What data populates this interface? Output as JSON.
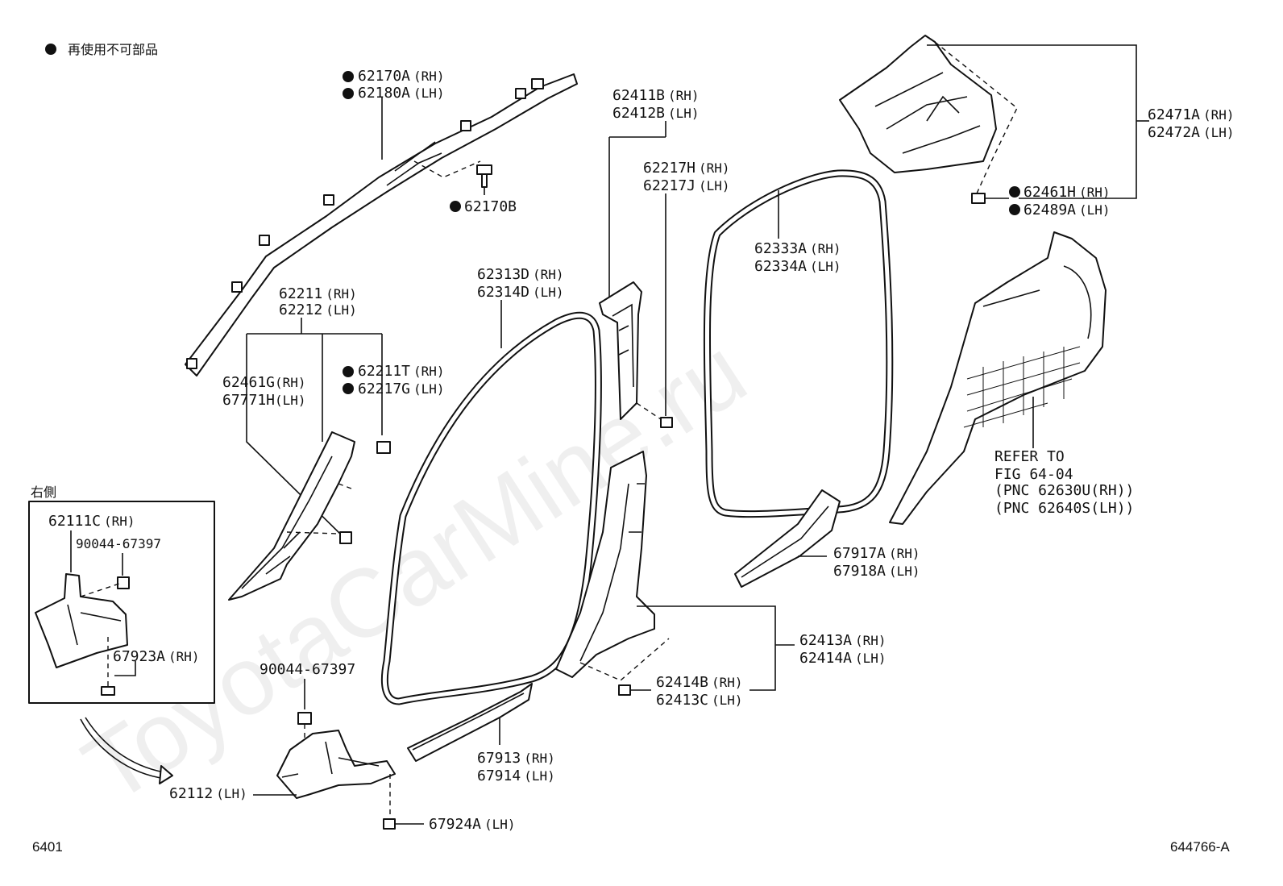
{
  "legend": {
    "text": "再使用不可部品"
  },
  "inset_title": "右側",
  "watermark": "ToyotaCarMine.ru",
  "footer": {
    "left": "6401",
    "right": "644766-A"
  },
  "refer": {
    "l1": "REFER TO",
    "l2": "FIG 64-04",
    "l3": "(PNC 62630U(RH))",
    "l4": "(PNC 62640S(LH))"
  },
  "labels": {
    "p62170A": "62170A",
    "p62170A_s": "(RH)",
    "p62180A": "62180A",
    "p62180A_s": "(LH)",
    "p62170B": "62170B",
    "p62411B": "62411B",
    "p62411B_s": "(RH)",
    "p62412B": "62412B",
    "p62412B_s": "(LH)",
    "p62217H": "62217H",
    "p62217H_s": "(RH)",
    "p62217J": "62217J",
    "p62217J_s": "(LH)",
    "p62471A": "62471A",
    "p62471A_s": "(RH)",
    "p62472A": "62472A",
    "p62472A_s": "(LH)",
    "p62461H": "62461H",
    "p62461H_s": "(RH)",
    "p62489A": "62489A",
    "p62489A_s": "(LH)",
    "p62333A": "62333A",
    "p62333A_s": "(RH)",
    "p62334A": "62334A",
    "p62334A_s": "(LH)",
    "p62313D": "62313D",
    "p62313D_s": "(RH)",
    "p62314D": "62314D",
    "p62314D_s": "(LH)",
    "p62211": "62211",
    "p62211_s": "(RH)",
    "p62212": "62212",
    "p62212_s": "(LH)",
    "p62461G": "62461G",
    "p62461G_s": "(RH)",
    "p67771H": "67771H",
    "p67771H_s": "(LH)",
    "p62211T": "62211T",
    "p62211T_s": "(RH)",
    "p62217G": "62217G",
    "p62217G_s": "(LH)",
    "p62111C": "62111C",
    "p62111C_s": "(RH)",
    "p90044a": "90044-67397",
    "p67923A": "67923A",
    "p67923A_s": "(RH)",
    "p90044b": "90044-67397",
    "p62112": "62112",
    "p62112_s": "(LH)",
    "p67924A": "67924A",
    "p67924A_s": "(LH)",
    "p67913": "67913",
    "p67913_s": "(RH)",
    "p67914": "67914",
    "p67914_s": "(LH)",
    "p67917A": "67917A",
    "p67917A_s": "(RH)",
    "p67918A": "67918A",
    "p67918A_s": "(LH)",
    "p62413A": "62413A",
    "p62413A_s": "(RH)",
    "p62414A": "62414A",
    "p62414A_s": "(LH)",
    "p62414B": "62414B",
    "p62414B_s": "(RH)",
    "p62413C": "62413C",
    "p62413C_s": "(LH)"
  }
}
